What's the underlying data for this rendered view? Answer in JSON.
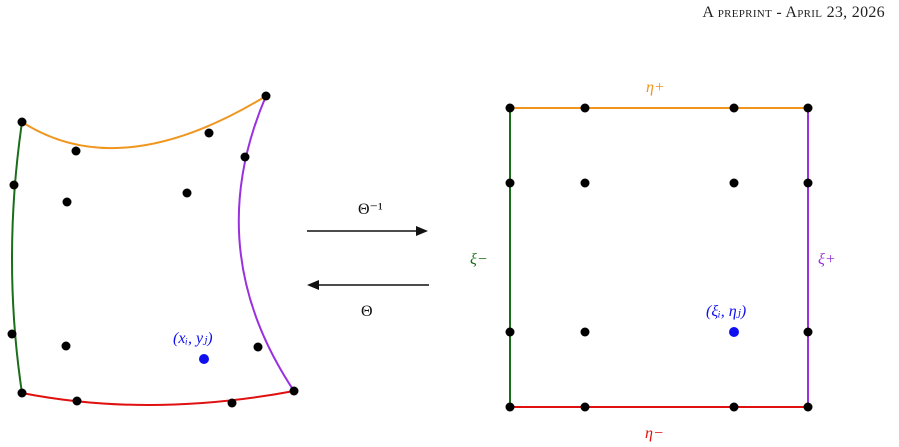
{
  "header": {
    "text": "A preprint - April 23, 2026"
  },
  "diagram": {
    "arrow_top_label": "Θ⁻¹",
    "arrow_bottom_label": "Θ",
    "physical_point_label": "(xᵢ, yⱼ)",
    "reference_point_label": "(ξᵢ, ηⱼ)",
    "edge_labels": {
      "top": "η+",
      "bottom": "η−",
      "left": "ξ−",
      "right": "ξ+"
    },
    "colors": {
      "top_edge": "#f0961e",
      "bottom_edge": "#e01010",
      "left_edge": "#1a6e1a",
      "right_edge": "#9b30e0",
      "highlight_point": "#1010ee",
      "node": "#000000"
    }
  }
}
